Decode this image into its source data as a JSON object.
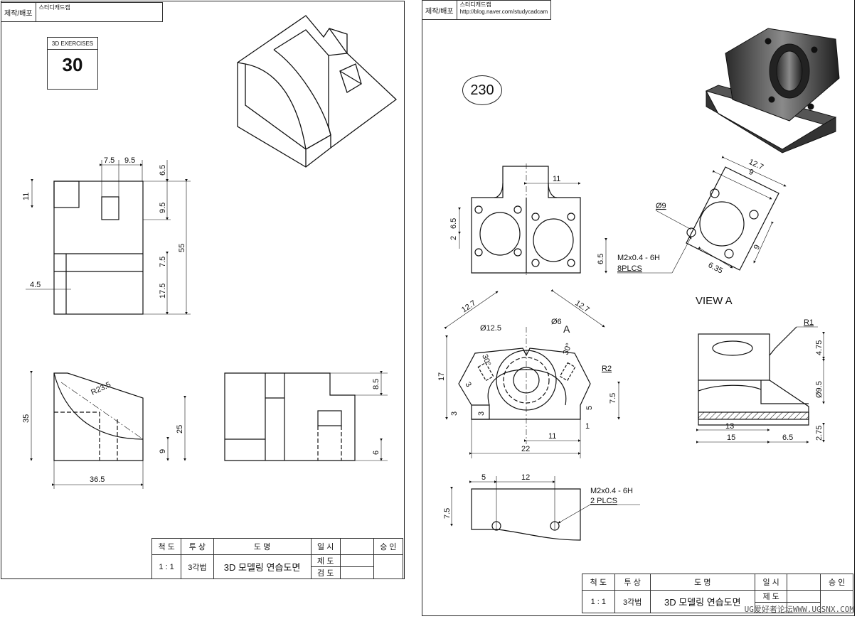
{
  "left_sheet": {
    "header": {
      "label": "제작/배포",
      "value": "스터디캐드캠"
    },
    "exercise_box": {
      "title": "3D EXERCISES",
      "number": "30"
    },
    "dims": {
      "d75": "7.5",
      "d95a": "9.5",
      "d65": "6.5",
      "d11": "11",
      "d95b": "9.5",
      "d55": "55",
      "d75b": "7.5",
      "d175": "17.5",
      "d45": "4.5",
      "d35": "35",
      "d25": "25",
      "d9": "9",
      "r235": "R23.5",
      "d365": "36.5",
      "d85": "8.5",
      "d6": "6"
    },
    "title_block": {
      "scale_h": "척 도",
      "proj_h": "투 상",
      "name_h": "도 명",
      "date_h": "일 시",
      "approve_h": "승 인",
      "scale": "1 : 1",
      "proj": "3각법",
      "name": "3D 모델링 연습도면",
      "draw": "제 도",
      "check": "검 도"
    }
  },
  "right_sheet": {
    "header": {
      "label": "제작/배포",
      "line1": "스터디캐드캠",
      "line2": "http://blog.naver.com/studycadcam"
    },
    "number": "230",
    "dims": {
      "d11a": "11",
      "d65a": "6.5",
      "d2": "2",
      "d65b": "6.5",
      "tap1": "M2x0.4 - 6H",
      "tap1n": "8PLCS",
      "d127a": "12.7",
      "d9a": "9",
      "phi9": "Ø9",
      "d9b": "9",
      "d635": "6.35",
      "viewa": "VIEW A",
      "d127b": "12.7",
      "d127c": "12.7",
      "phi125": "Ø12.5",
      "phi6": "Ø6",
      "a": "A",
      "a30a": "30°",
      "a30b": "30°",
      "r2": "R2",
      "d17": "17",
      "d3a": "3",
      "d3b": "3",
      "d3c": "3",
      "d5": "5",
      "d75": "7.5",
      "d1": "1",
      "d11b": "11",
      "d22": "22",
      "r1": "R1",
      "d475": "4.75",
      "phi95": "Ø9.5",
      "d275": "2.75",
      "d13": "13",
      "d15": "15",
      "d65c": "6.5",
      "d5b": "5",
      "d12": "12",
      "d75b": "7.5",
      "tap2": "M2x0.4 - 6H",
      "tap2n": "2 PLCS"
    },
    "title_block": {
      "scale_h": "척 도",
      "proj_h": "투 상",
      "name_h": "도 명",
      "date_h": "일 시",
      "approve_h": "승 인",
      "scale": "1 : 1",
      "proj": "3각법",
      "name": "3D 모델링 연습도면",
      "draw": "제 도"
    },
    "watermark": "UG爱好者论坛WWW.UGSNX.COM"
  }
}
